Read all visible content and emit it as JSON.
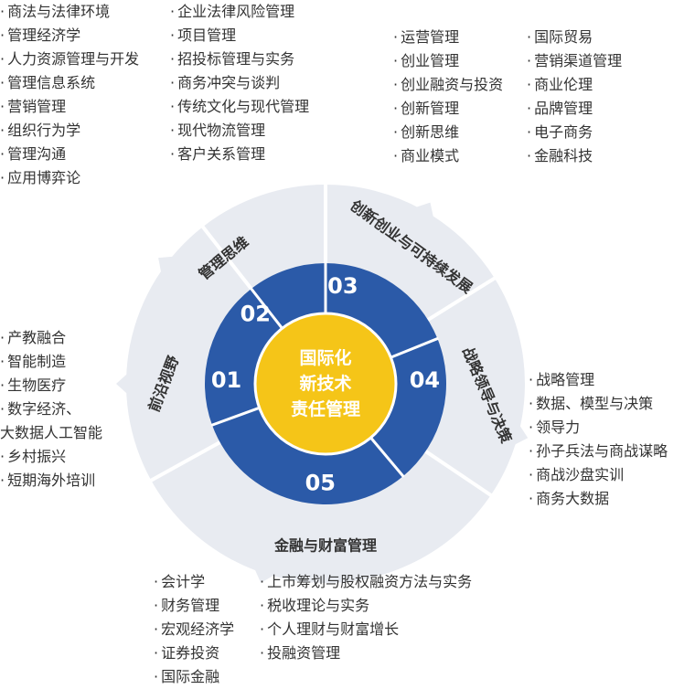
{
  "center": {
    "lines": [
      "国际化",
      "新技术",
      "责任管理"
    ],
    "color": "#f5c518"
  },
  "colors": {
    "ring": "#2b5aa8",
    "outer": "#e8ebf1",
    "bullet_text": "#333333"
  },
  "segments": [
    {
      "number": "01",
      "label": "前沿视野"
    },
    {
      "number": "02",
      "label": "管理思维"
    },
    {
      "number": "03",
      "label": "创新创业与可持续发展"
    },
    {
      "number": "04",
      "label": "战略领导与决策"
    },
    {
      "number": "05",
      "label": "金融与财富管理"
    }
  ],
  "lists": {
    "mgmt_a": [
      "商法与法律环境",
      "管理经济学",
      "人力资源管理与开发",
      "管理信息系统",
      "营销管理",
      "组织行为学",
      "管理沟通",
      "应用博弈论"
    ],
    "mgmt_b": [
      "企业法律风险管理",
      "项目管理",
      "招投标管理与实务",
      "商务冲突与谈判",
      "传统文化与现代管理",
      "现代物流管理",
      "客户关系管理"
    ],
    "innov_a": [
      "运营管理",
      "创业管理",
      "创业融资与投资",
      "创新管理",
      "创新思维",
      "商业模式"
    ],
    "innov_b": [
      "国际贸易",
      "营销渠道管理",
      "商业伦理",
      "品牌管理",
      "电子商务",
      "金融科技"
    ],
    "frontier": [
      "产教融合",
      "智能制造",
      "生物医疗",
      "数字经济、",
      "大数据人工智能",
      "乡村振兴",
      "短期海外培训"
    ],
    "strategy": [
      "战略管理",
      "数据、模型与决策",
      "领导力",
      "孙子兵法与商战谋略",
      "商战沙盘实训",
      "商务大数据"
    ],
    "finance_a": [
      "会计学",
      "财务管理",
      "宏观经济学",
      "证券投资",
      "国际金融"
    ],
    "finance_b": [
      "上市筹划与股权融资方法与实务",
      "税收理论与实务",
      "个人理财与财富增长",
      "投融资管理"
    ]
  }
}
